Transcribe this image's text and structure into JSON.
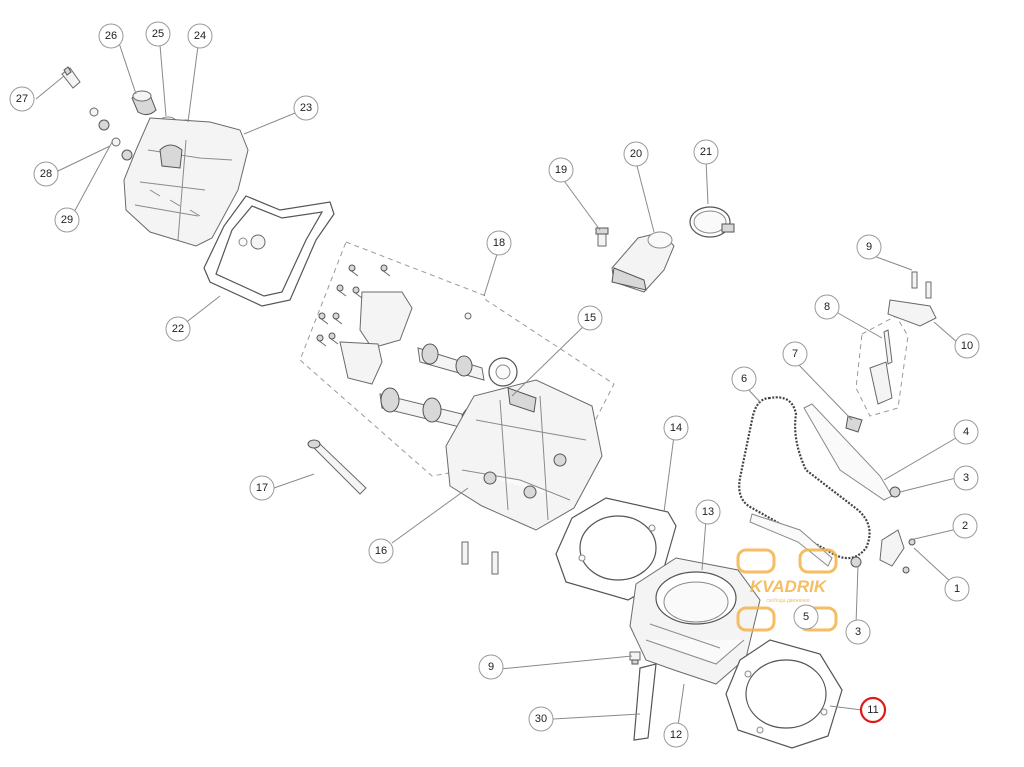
{
  "watermark": {
    "brand": "KVADRIK",
    "tagline": "свобода движения"
  },
  "callouts": [
    {
      "id": "c-27",
      "label": "27",
      "highlight": false
    },
    {
      "id": "c-26",
      "label": "26",
      "highlight": false
    },
    {
      "id": "c-25",
      "label": "25",
      "highlight": false
    },
    {
      "id": "c-24",
      "label": "24",
      "highlight": false
    },
    {
      "id": "c-23",
      "label": "23",
      "highlight": false
    },
    {
      "id": "c-28",
      "label": "28",
      "highlight": false
    },
    {
      "id": "c-29",
      "label": "29",
      "highlight": false
    },
    {
      "id": "c-22",
      "label": "22",
      "highlight": false
    },
    {
      "id": "c-19",
      "label": "19",
      "highlight": false
    },
    {
      "id": "c-20",
      "label": "20",
      "highlight": false
    },
    {
      "id": "c-21",
      "label": "21",
      "highlight": false
    },
    {
      "id": "c-18",
      "label": "18",
      "highlight": false
    },
    {
      "id": "c-15",
      "label": "15",
      "highlight": false
    },
    {
      "id": "c-9a",
      "label": "9",
      "highlight": false
    },
    {
      "id": "c-8",
      "label": "8",
      "highlight": false
    },
    {
      "id": "c-10",
      "label": "10",
      "highlight": false
    },
    {
      "id": "c-7",
      "label": "7",
      "highlight": false
    },
    {
      "id": "c-6",
      "label": "6",
      "highlight": false
    },
    {
      "id": "c-4",
      "label": "4",
      "highlight": false
    },
    {
      "id": "c-3a",
      "label": "3",
      "highlight": false
    },
    {
      "id": "c-2",
      "label": "2",
      "highlight": false
    },
    {
      "id": "c-1",
      "label": "1",
      "highlight": false
    },
    {
      "id": "c-3b",
      "label": "3",
      "highlight": false
    },
    {
      "id": "c-14",
      "label": "14",
      "highlight": false
    },
    {
      "id": "c-13",
      "label": "13",
      "highlight": false
    },
    {
      "id": "c-17",
      "label": "17",
      "highlight": false
    },
    {
      "id": "c-16",
      "label": "16",
      "highlight": false
    },
    {
      "id": "c-5",
      "label": "5",
      "highlight": false
    },
    {
      "id": "c-9b",
      "label": "9",
      "highlight": false
    },
    {
      "id": "c-30",
      "label": "30",
      "highlight": false
    },
    {
      "id": "c-12",
      "label": "12",
      "highlight": false
    },
    {
      "id": "c-11",
      "label": "11",
      "highlight": true
    }
  ]
}
